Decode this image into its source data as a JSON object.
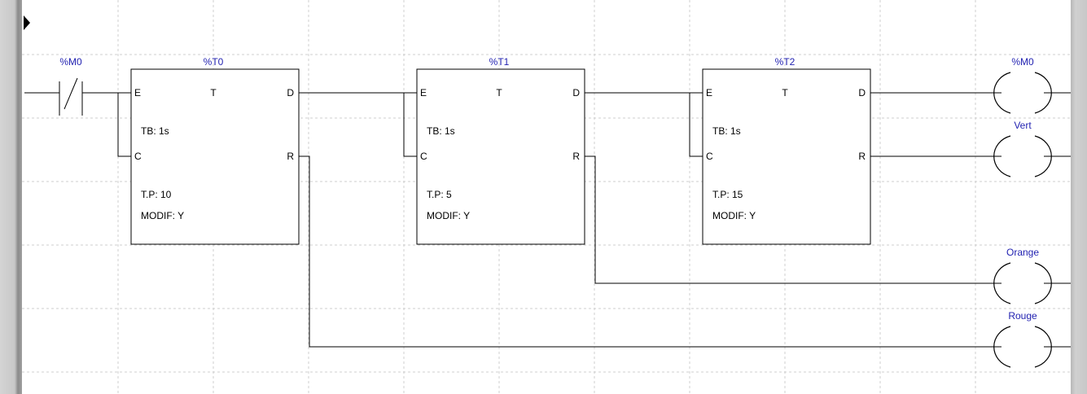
{
  "contact": {
    "label": "%M0",
    "type": "normally-closed"
  },
  "timers": [
    {
      "name": "%T0",
      "pins": {
        "E": "E",
        "T": "T",
        "D": "D",
        "C": "C",
        "R": "R"
      },
      "tb": "TB:  1s",
      "tp": "T.P: 10",
      "modif": "MODIF: Y"
    },
    {
      "name": "%T1",
      "pins": {
        "E": "E",
        "T": "T",
        "D": "D",
        "C": "C",
        "R": "R"
      },
      "tb": "TB:  1s",
      "tp": "T.P: 5",
      "modif": "MODIF: Y"
    },
    {
      "name": "%T2",
      "pins": {
        "E": "E",
        "T": "T",
        "D": "D",
        "C": "C",
        "R": "R"
      },
      "tb": "TB:  1s",
      "tp": "T.P: 15",
      "modif": "MODIF: Y"
    }
  ],
  "coils": [
    {
      "label": "%M0"
    },
    {
      "label": "Vert"
    },
    {
      "label": "Orange"
    },
    {
      "label": "Rouge"
    }
  ],
  "colors": {
    "label": "#1f1fb0",
    "wire": "#000000",
    "grid": "#cfcfcf"
  }
}
